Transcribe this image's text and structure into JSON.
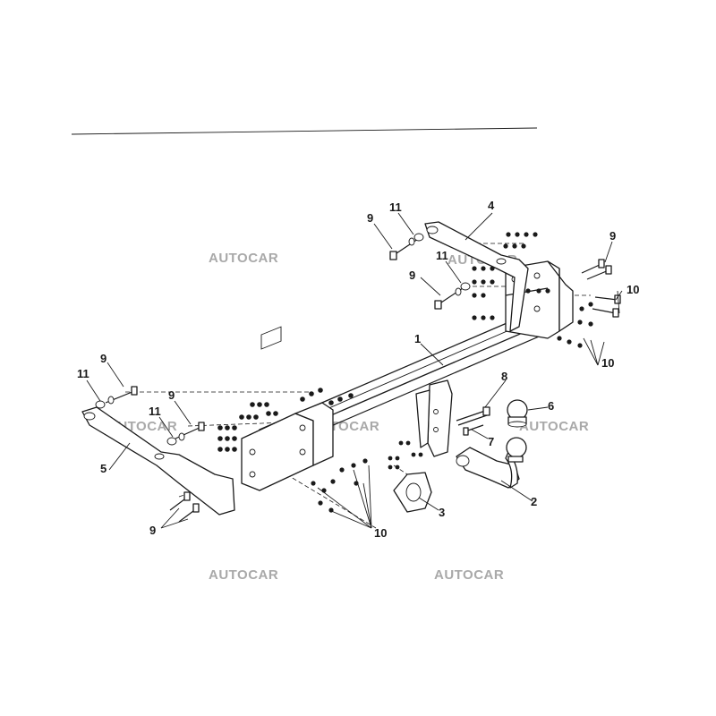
{
  "watermark": "AUTOCAR",
  "callouts": {
    "c1": "1",
    "c2": "2",
    "c3": "3",
    "c4": "4",
    "c5": "5",
    "c6": "6",
    "c7": "7",
    "c8": "8",
    "c9": "9",
    "c10": "10",
    "c11": "11"
  },
  "colors": {
    "line": "#1a1a1a",
    "watermark": "#a9a9a9",
    "background": "#ffffff"
  },
  "icons": [
    "hex-nut-icon",
    "bolt-icon",
    "washer-icon"
  ]
}
